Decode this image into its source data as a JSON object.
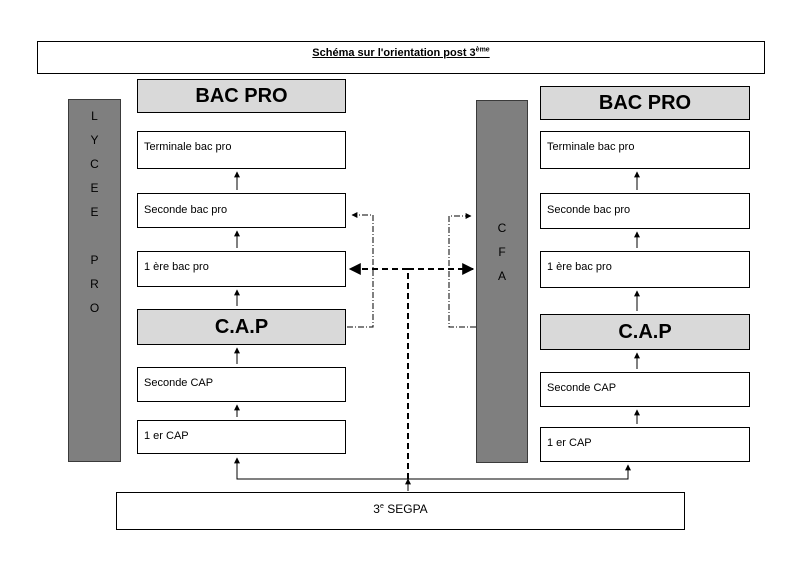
{
  "title": {
    "text": "Schéma sur l'orientation post 3",
    "sup": "ème"
  },
  "left_column": {
    "pillar_letters": [
      "L",
      "Y",
      "C",
      "E",
      "E",
      "",
      "P",
      "R",
      "O"
    ],
    "header": "BAC PRO",
    "terminale": "Terminale  bac pro",
    "seconde": "Seconde  bac pro",
    "premiere": "1 ère bac pro",
    "cap": "C.A.P",
    "seconde_cap": "Seconde  CAP",
    "premier_cap": "1 er CAP"
  },
  "right_column": {
    "pillar_letters": [
      "C",
      "F",
      "A"
    ],
    "header": "BAC PRO",
    "terminale": "Terminale  bac pro",
    "seconde": "Seconde  bac pro",
    "premiere": "1 ère bac pro",
    "cap": "C.A.P",
    "seconde_cap": "Seconde  CAP",
    "premier_cap": "1 er CAP"
  },
  "bottom": {
    "text": "3",
    "sup": "e",
    "rest": " SEGPA"
  }
}
